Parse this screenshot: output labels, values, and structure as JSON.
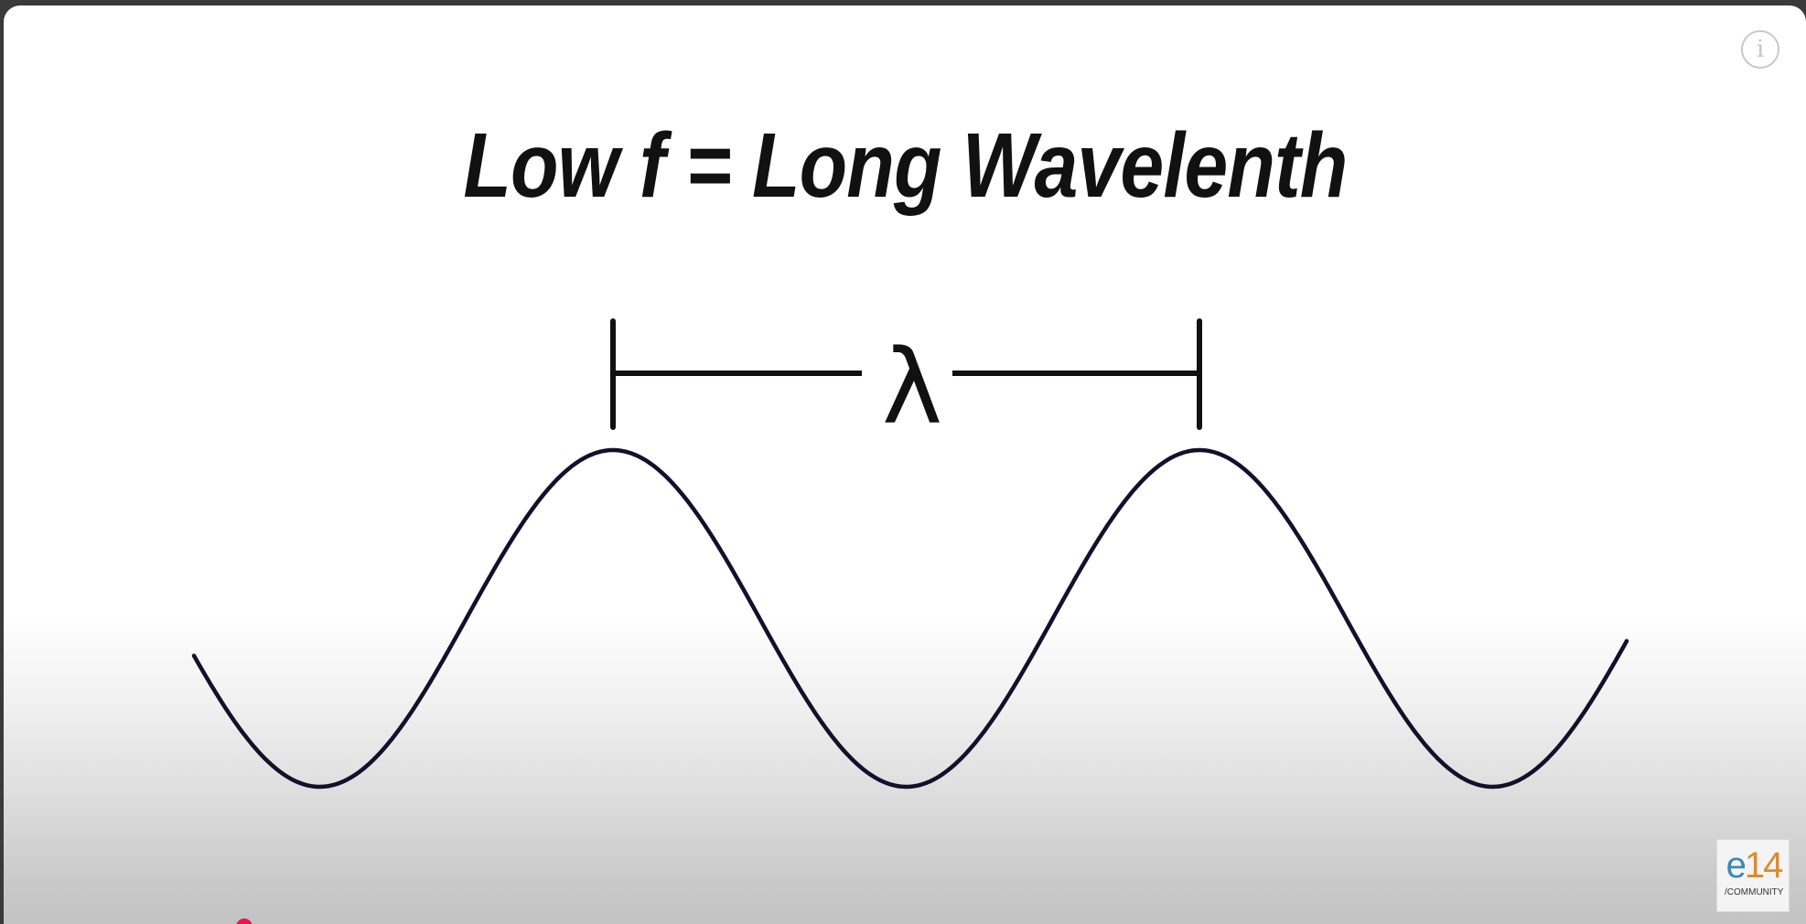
{
  "slide": {
    "title": "Low f = Long Wavelenth",
    "wavelength_symbol": "λ"
  },
  "info_button": {
    "icon": "info-icon",
    "glyph": "i"
  },
  "logo": {
    "mark_e": "e",
    "mark_num": "14",
    "subtext": "/COMMUNITY"
  },
  "colors": {
    "wave_stroke": "#140f2a",
    "marker_stroke": "#111111",
    "progress_dot": "#e8194a"
  }
}
